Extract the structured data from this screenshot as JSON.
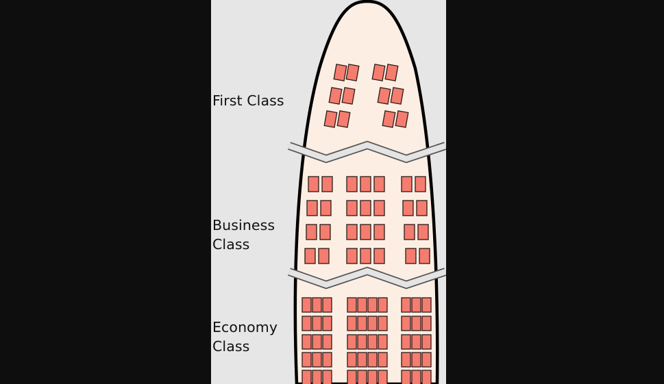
{
  "sections": [
    {
      "name": "first",
      "label_lines": [
        "First Class"
      ]
    },
    {
      "name": "business",
      "label_lines": [
        "Business",
        "Class"
      ]
    },
    {
      "name": "economy",
      "label_lines": [
        "Economy",
        "Class"
      ]
    }
  ],
  "colors": {
    "page_background": "#0e0e0e",
    "panel_background": "#e6e6e6",
    "fuselage_fill": "#fdeee3",
    "fuselage_outline": "#000000",
    "seat_fill": "#f47d6f",
    "seat_outline": "#2a1a17",
    "break_mark": "#8f8f8f"
  }
}
